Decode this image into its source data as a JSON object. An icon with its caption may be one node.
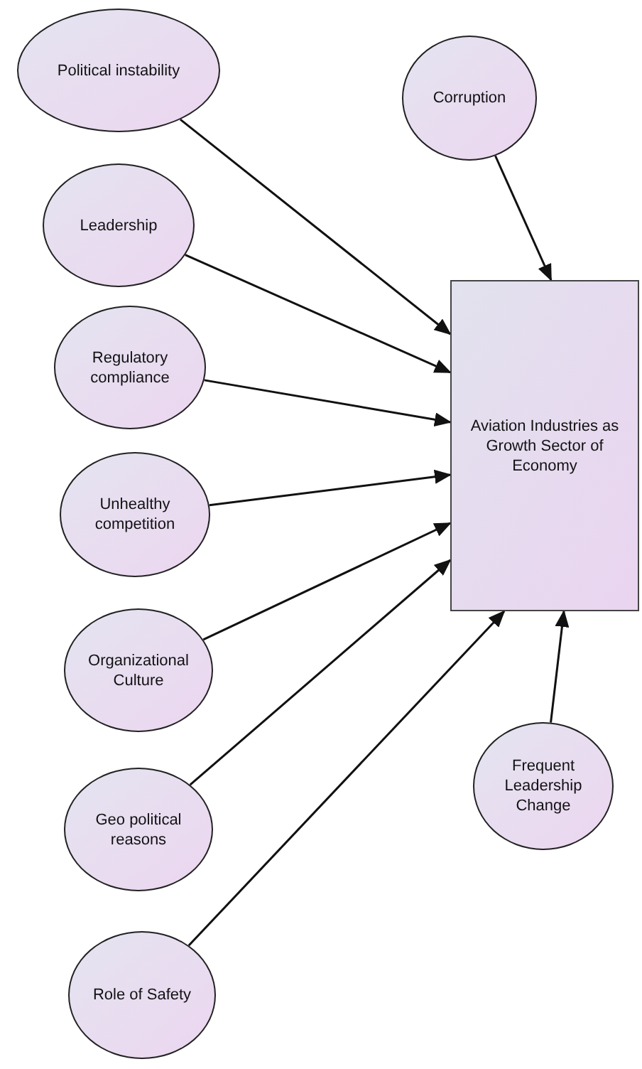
{
  "diagram": {
    "nodes": [
      {
        "text": [
          "Political instability"
        ]
      },
      {
        "text": [
          "Corruption"
        ]
      },
      {
        "text": [
          "Leadership"
        ]
      },
      {
        "text": [
          "Regulatory compliance"
        ]
      },
      {
        "text": [
          "Unhealthy competition"
        ]
      },
      {
        "text": [
          "Organizational Culture"
        ]
      },
      {
        "text": [
          "Geo political reasons"
        ]
      },
      {
        "text": [
          "Role of Safety"
        ]
      },
      {
        "text": [
          "Aviation Industries as Growth Sector of Economy"
        ]
      },
      {
        "text": [
          "Frequent Leadership Change"
        ]
      }
    ],
    "edges": [
      {
        "from": 0,
        "to": 8,
        "arrow": "to"
      },
      {
        "from": 1,
        "to": 8,
        "arrow": "to"
      },
      {
        "from": 2,
        "to": 8,
        "arrow": "to"
      },
      {
        "from": 3,
        "to": 8,
        "arrow": "to"
      },
      {
        "from": 4,
        "to": 8,
        "arrow": "to"
      },
      {
        "from": 5,
        "to": 8,
        "arrow": "to"
      },
      {
        "from": 6,
        "to": 8,
        "arrow": "to"
      },
      {
        "from": 7,
        "to": 8,
        "arrow": "to"
      },
      {
        "from": 9,
        "to": 8,
        "arrow": "to"
      }
    ]
  }
}
